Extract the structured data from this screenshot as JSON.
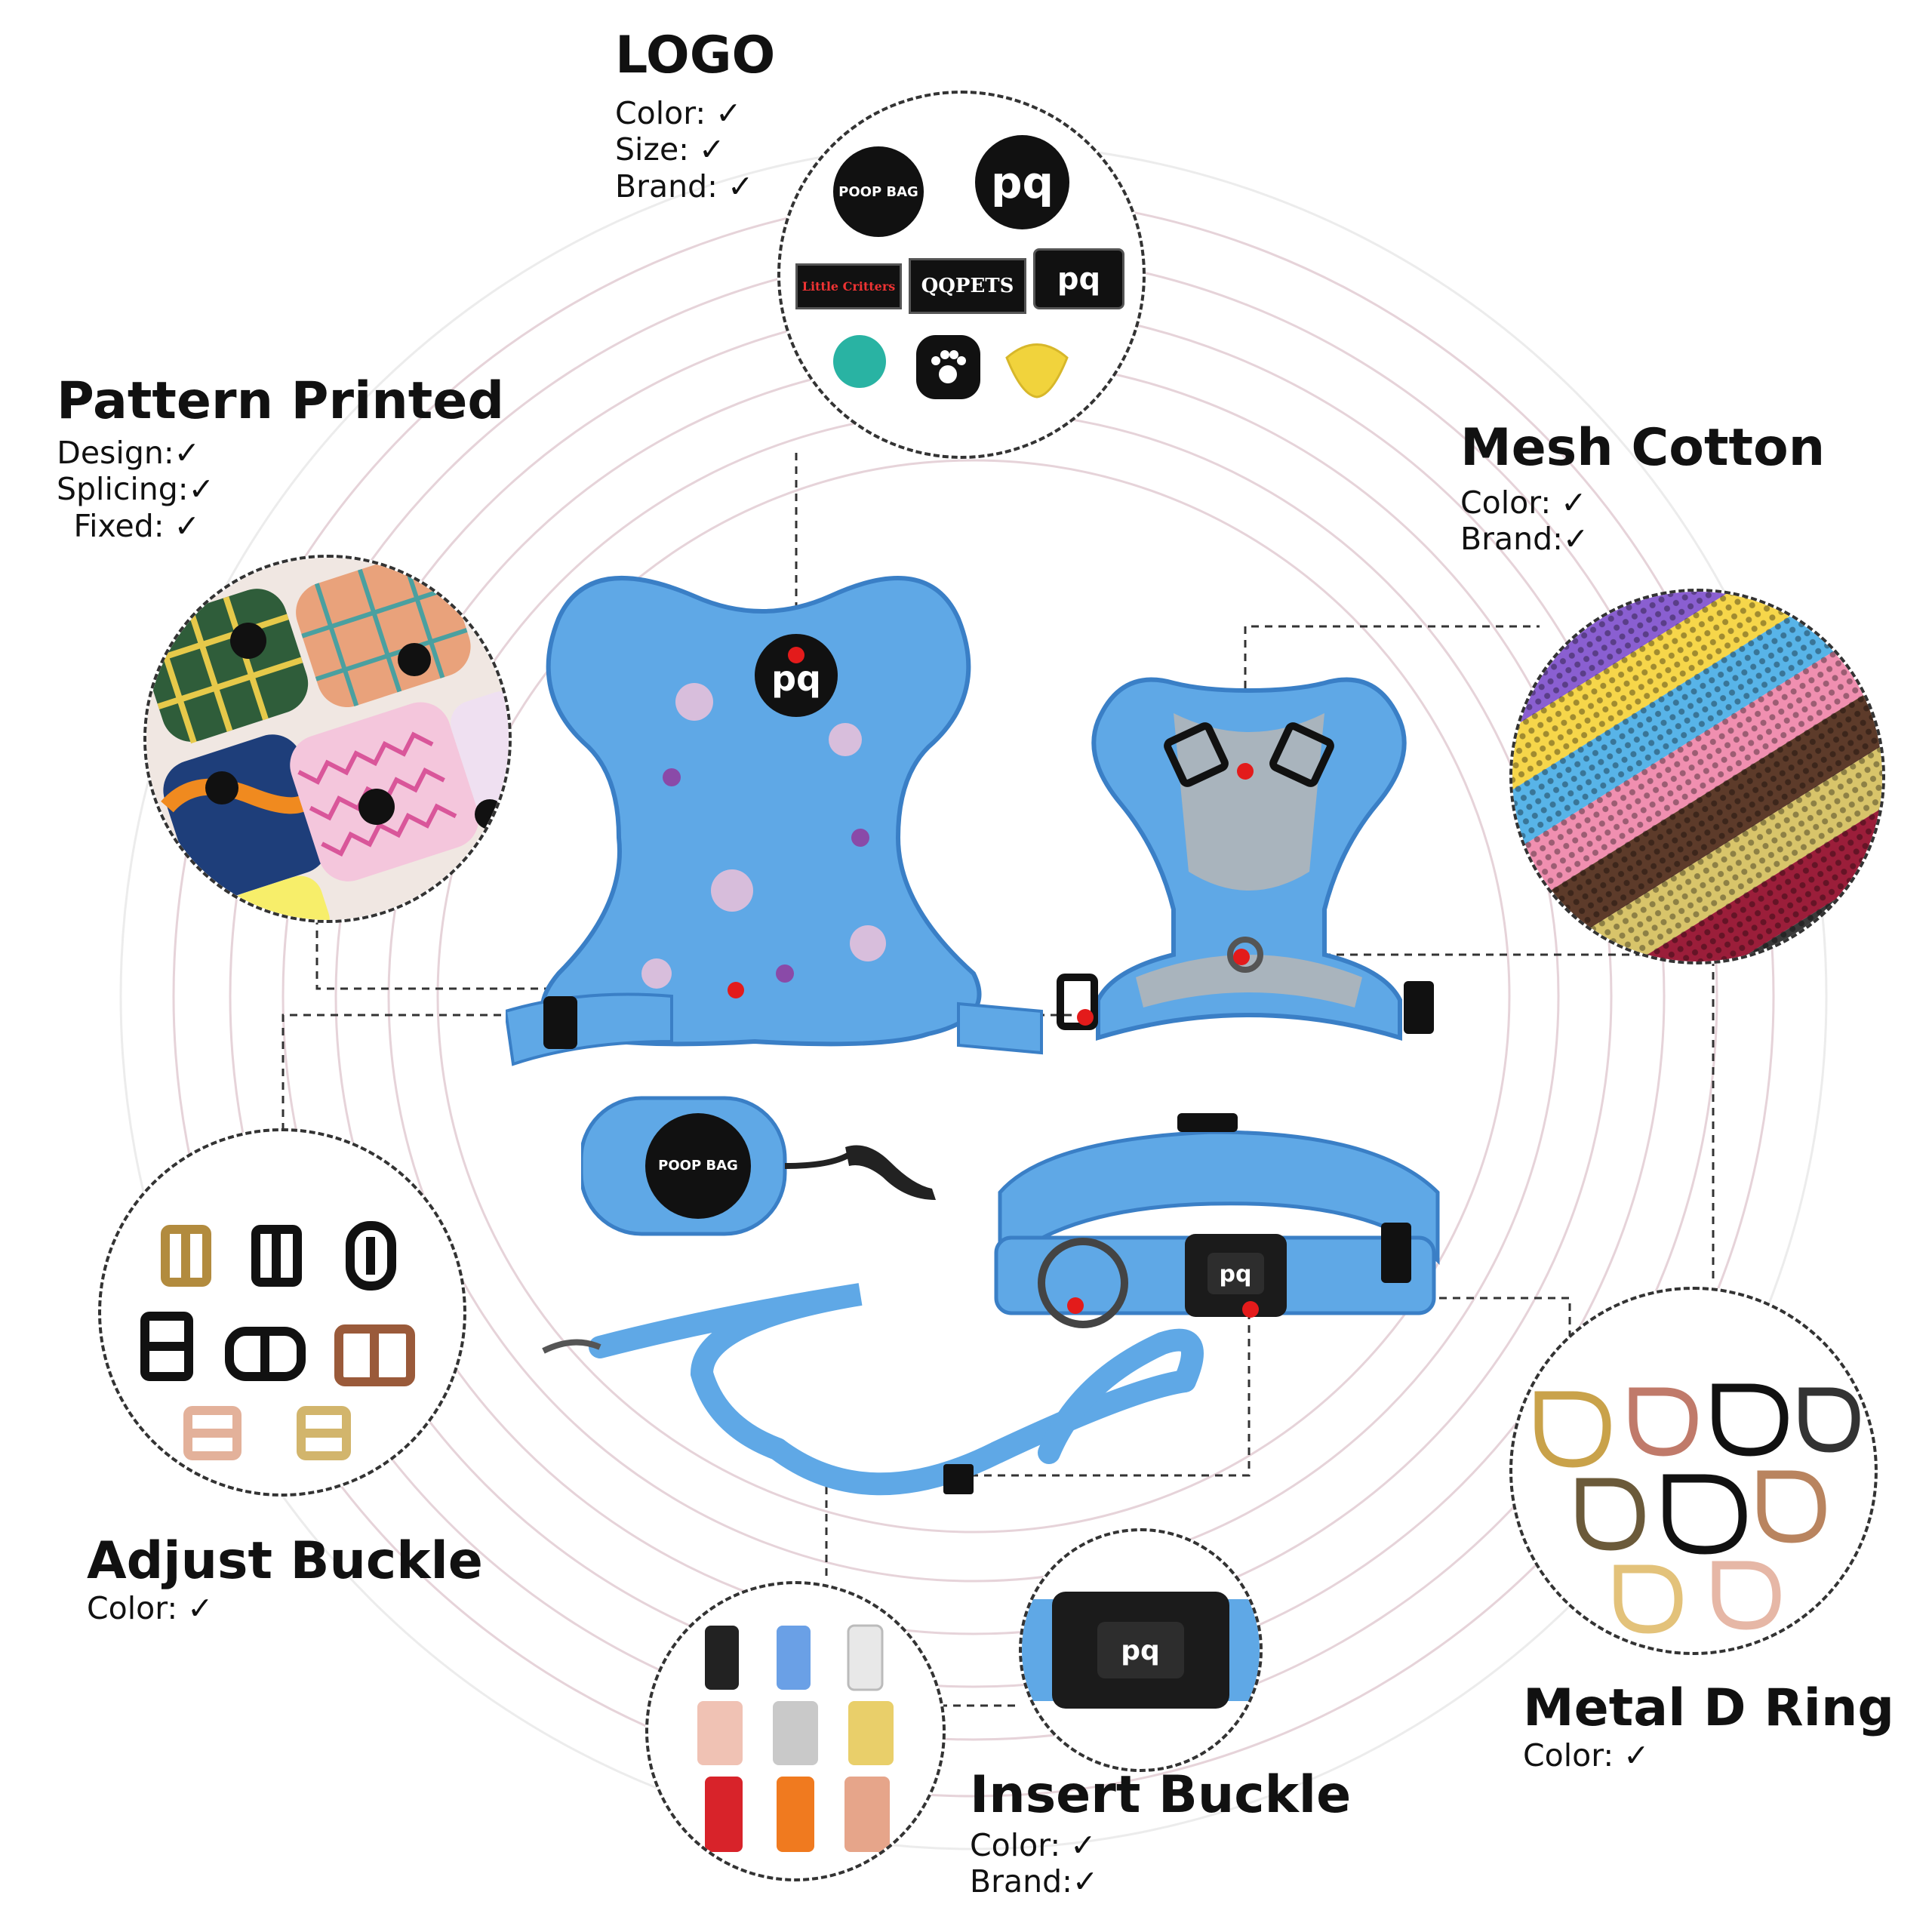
{
  "labels": {
    "logo": {
      "title": "LOGO",
      "lines": [
        "Color:  ✓",
        "Size:  ✓",
        "Brand: ✓"
      ]
    },
    "pattern": {
      "title": "Pattern Printed",
      "lines": [
        "Design:✓",
        "Splicing:✓",
        "Fixed: ✓"
      ]
    },
    "mesh": {
      "title": "Mesh Cotton",
      "lines": [
        "Color:  ✓",
        "Brand:✓"
      ]
    },
    "adjust": {
      "title": "Adjust Buckle",
      "lines": [
        "Color:  ✓"
      ]
    },
    "insert": {
      "title": "Insert Buckle",
      "lines": [
        "Color:  ✓",
        "Brand:✓"
      ]
    },
    "dring": {
      "title": "Metal D Ring",
      "lines": [
        "Color:  ✓"
      ]
    }
  },
  "logo_samples": {
    "poop_bag_text": "POOP BAG",
    "brand_mark": "pq",
    "tag_little_critters": "Little Critters",
    "tag_qqpets": "QQPETS"
  },
  "colors": {
    "accent_dot": "#e31b1b",
    "product_blue": "#5fa8e6",
    "product_blue_dark": "#3a7fc6",
    "ring_line": "#e0c9d0",
    "dashed_line": "#333333"
  }
}
